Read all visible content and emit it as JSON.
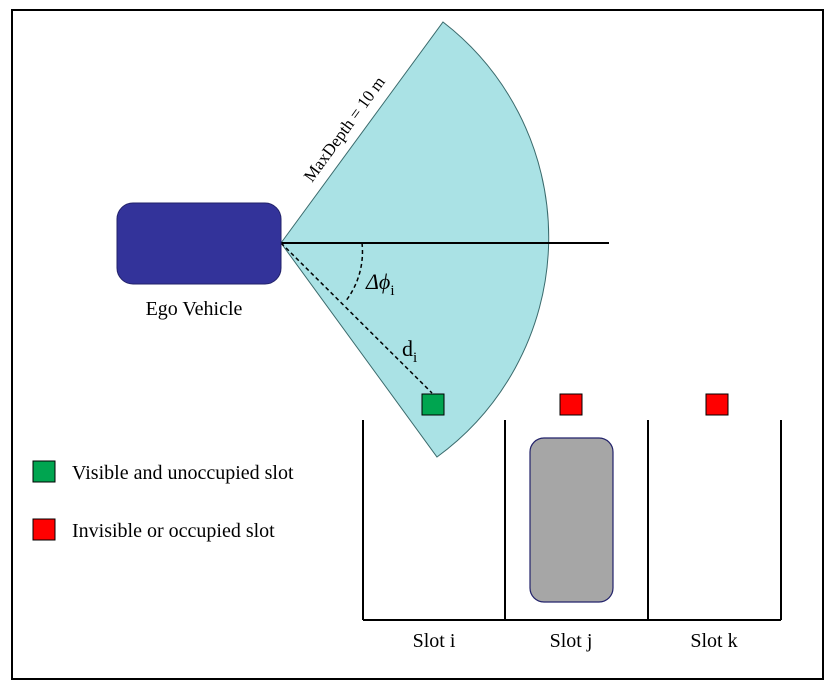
{
  "ego": {
    "label": "Ego Vehicle",
    "color": "#33339a"
  },
  "fov": {
    "max_depth_label": "MaxDepth = 10 m",
    "angle_symbol": "Δϕ",
    "angle_subscript": "i",
    "distance_symbol": "d",
    "distance_subscript": "i",
    "color": "#aae2e5"
  },
  "legend": {
    "visible_label": "Visible and unoccupied slot",
    "invisible_label": "Invisible or occupied slot",
    "visible_color": "#00a550",
    "invisible_color": "#ff0000"
  },
  "slots": [
    {
      "label": "Slot i",
      "status": "visible"
    },
    {
      "label": "Slot j",
      "status": "invisible"
    },
    {
      "label": "Slot k",
      "status": "invisible"
    }
  ],
  "parked_car_color": "#a6a6a6"
}
